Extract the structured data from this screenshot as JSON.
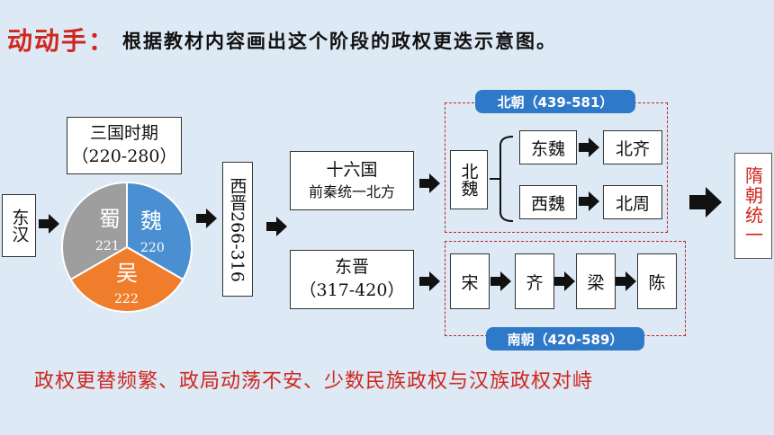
{
  "heading": {
    "accent": "动动手：",
    "text": "根据教材内容画出这个阶段的政权更迭示意图。"
  },
  "dong_han": "东汉",
  "three_kingdoms": {
    "period_title": "三国时期",
    "period_years": "（220-280）",
    "slices": [
      {
        "name": "蜀",
        "year": "221",
        "color": "#9e9e9e"
      },
      {
        "name": "魏",
        "year": "220",
        "color": "#4a8fd1"
      },
      {
        "name": "吴",
        "year": "222",
        "color": "#ef7d2c"
      }
    ]
  },
  "xi_jin": "西晋266-316",
  "sixteen": {
    "line1": "十六国",
    "line2": "前秦统一北方"
  },
  "dong_jin": {
    "line1": "东晋",
    "line2": "（317-420）"
  },
  "northern": {
    "label": "北朝（439-581）",
    "bei_wei": "北魏",
    "dong_wei": "东魏",
    "bei_qi": "北齐",
    "xi_wei": "西魏",
    "bei_zhou": "北周"
  },
  "southern": {
    "label": "南朝（420-589）",
    "dynasties": [
      "宋",
      "齐",
      "梁",
      "陈"
    ]
  },
  "sui": "隋朝统一",
  "conclusion": "政权更替频繁、政局动荡不安、少数民族政权与汉族政权对峙",
  "colors": {
    "accent_red": "#d0261e",
    "pill_blue": "#2f79c9",
    "background": "#dde9f4"
  }
}
